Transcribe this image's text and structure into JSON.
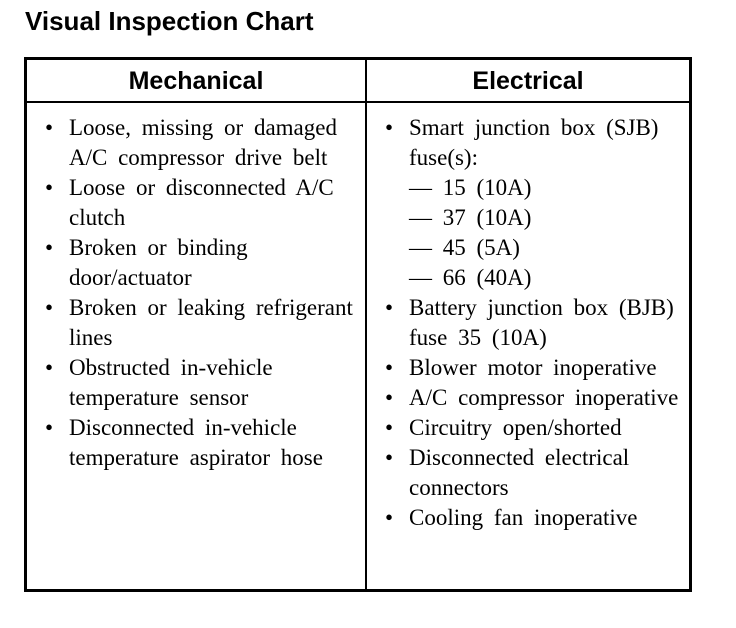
{
  "title": "Visual Inspection Chart",
  "table": {
    "columns": [
      "Mechanical",
      "Electrical"
    ],
    "mechanical_items": [
      "Loose, missing or damaged A/C compressor drive belt",
      "Loose or disconnected A/C clutch",
      "Broken or binding door/actuator",
      "Broken or leaking refrigerant lines",
      "Obstructed in-vehicle temperature sensor",
      "Disconnected in-vehicle temperature aspirator hose"
    ],
    "electrical_items": [
      {
        "text": "Smart junction box (SJB) fuse(s):",
        "sub_items": [
          "— 15 (10A)",
          "— 37 (10A)",
          "— 45 (5A)",
          "— 66 (40A)"
        ]
      },
      {
        "text": "Battery junction box (BJB) fuse 35 (10A)"
      },
      {
        "text": "Blower motor inoperative"
      },
      {
        "text": "A/C compressor inoperative"
      },
      {
        "text": "Circuitry open/shorted"
      },
      {
        "text": "Disconnected electrical connectors"
      },
      {
        "text": "Cooling fan inoperative"
      }
    ]
  },
  "colors": {
    "text": "#000000",
    "background": "#ffffff",
    "border": "#000000"
  }
}
